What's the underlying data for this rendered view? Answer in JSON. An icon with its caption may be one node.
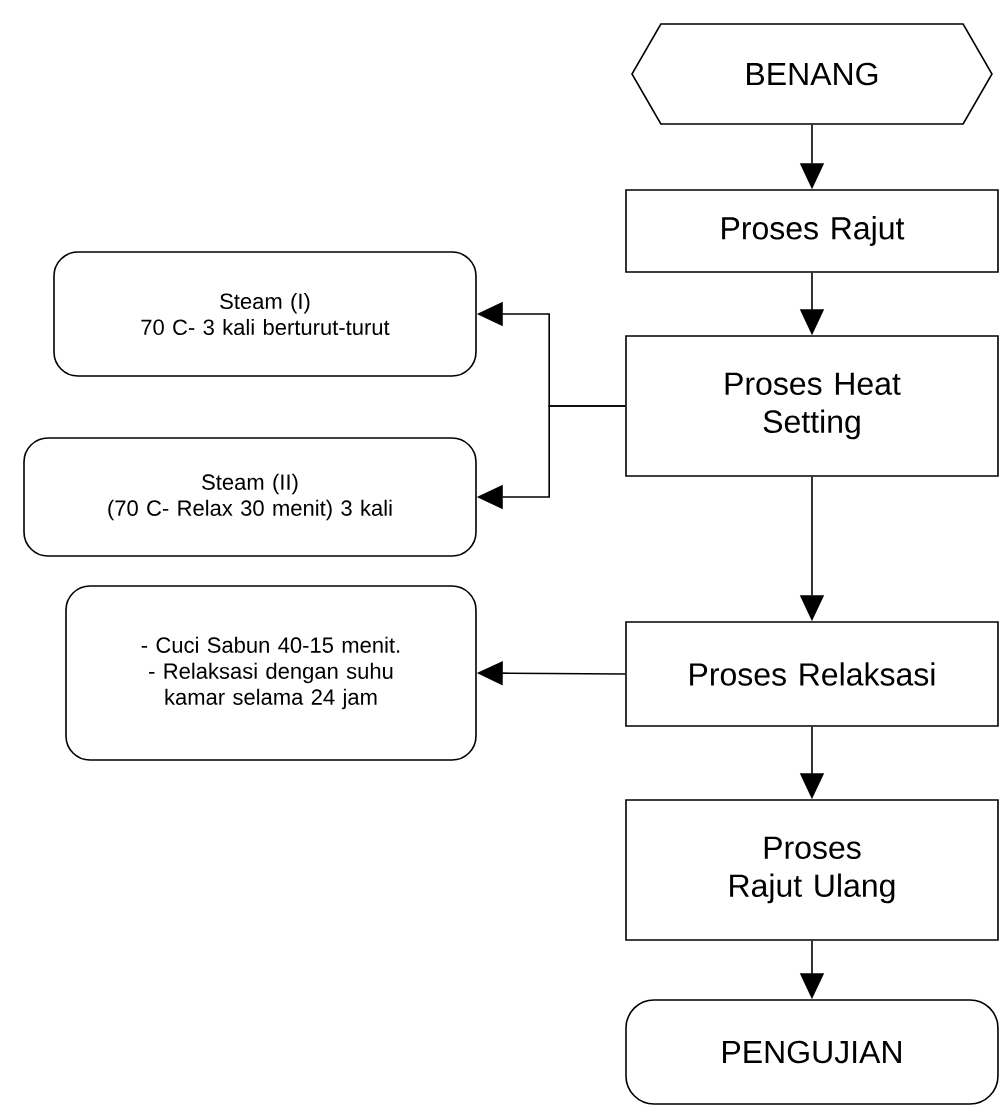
{
  "diagram": {
    "nodes": [
      {
        "text": [
          "BENANG"
        ]
      },
      {
        "text": [
          "Proses Rajut"
        ]
      },
      {
        "text": [
          "Proses Heat Setting"
        ]
      },
      {
        "text": [
          "Steam (I)",
          "70 C- 3 kali berturut-turut"
        ]
      },
      {
        "text": [
          "Steam (II)",
          "(70 C- Relax 30 menit) 3 kali"
        ]
      },
      {
        "text": [
          "Proses Relaksasi"
        ]
      },
      {
        "text": [
          "- Cuci Sabun 40-15 menit.",
          "- Relaksasi dengan suhu kamar selama 24 jam"
        ]
      },
      {
        "text": [
          "Proses Rajut Ulang"
        ]
      },
      {
        "text": [
          "PENGUJIAN"
        ]
      }
    ],
    "edges": [
      {
        "from": 0,
        "to": 1,
        "arrow": "to"
      },
      {
        "from": 1,
        "to": 2,
        "arrow": "to"
      },
      {
        "from": 2,
        "to": 3,
        "arrow": "to"
      },
      {
        "from": 2,
        "to": 4,
        "arrow": "to"
      },
      {
        "from": 2,
        "to": 5,
        "arrow": "to"
      },
      {
        "from": 5,
        "to": 6,
        "arrow": "to"
      },
      {
        "from": 5,
        "to": 7,
        "arrow": "to"
      },
      {
        "from": 7,
        "to": 8,
        "arrow": "to"
      }
    ]
  }
}
